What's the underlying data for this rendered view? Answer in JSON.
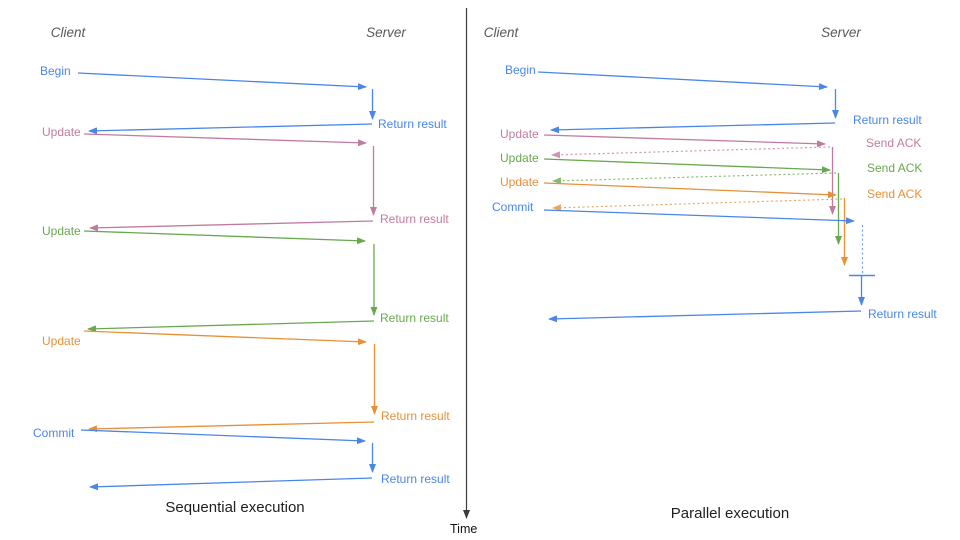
{
  "time_axis": {
    "label": "Time"
  },
  "colors": {
    "blue": "#4a86e8",
    "pink": "#c27ba0",
    "green": "#6aa84f",
    "orange": "#e69138",
    "axis": "#3d3d3d",
    "header_text": "#595959"
  },
  "left": {
    "title": "Sequential execution",
    "client_header": "Client",
    "server_header": "Server",
    "labels": {
      "begin": "Begin",
      "return1": "Return result",
      "update1": "Update",
      "return2": "Return result",
      "update2": "Update",
      "return3": "Return result",
      "update3": "Update",
      "return4": "Return result",
      "commit": "Commit",
      "return5": "Return result"
    }
  },
  "right": {
    "title": "Parallel execution",
    "client_header": "Client",
    "server_header": "Server",
    "labels": {
      "begin": "Begin",
      "return1": "Return result",
      "update1": "Update",
      "ack1": "Send ACK",
      "update2": "Update",
      "ack2": "Send ACK",
      "update3": "Update",
      "ack3": "Send ACK",
      "commit": "Commit",
      "return2": "Return result"
    }
  }
}
